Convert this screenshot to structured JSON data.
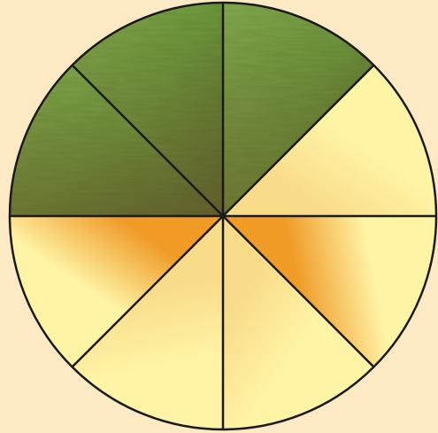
{
  "diagram": {
    "type": "fraction-circle",
    "total_slices": 8,
    "grass_slices": 3,
    "plain_slices": 5,
    "slices": [
      {
        "index": 1,
        "fill": "grass"
      },
      {
        "index": 2,
        "fill": "grass"
      },
      {
        "index": 3,
        "fill": "grass"
      },
      {
        "index": 4,
        "fill": "plain"
      },
      {
        "index": 5,
        "fill": "plain"
      },
      {
        "index": 6,
        "fill": "plain"
      },
      {
        "index": 7,
        "fill": "plain"
      },
      {
        "index": 8,
        "fill": "plain"
      }
    ]
  },
  "colors": {
    "background": "#fde9c3",
    "outline": "#1a1a1a",
    "plain_light": "#fff3a6",
    "plain_shade": "#ef9b26",
    "grass_dark": "#4f7a2c",
    "grass_light": "#7fa64a",
    "soil": "#6e4f2a"
  }
}
